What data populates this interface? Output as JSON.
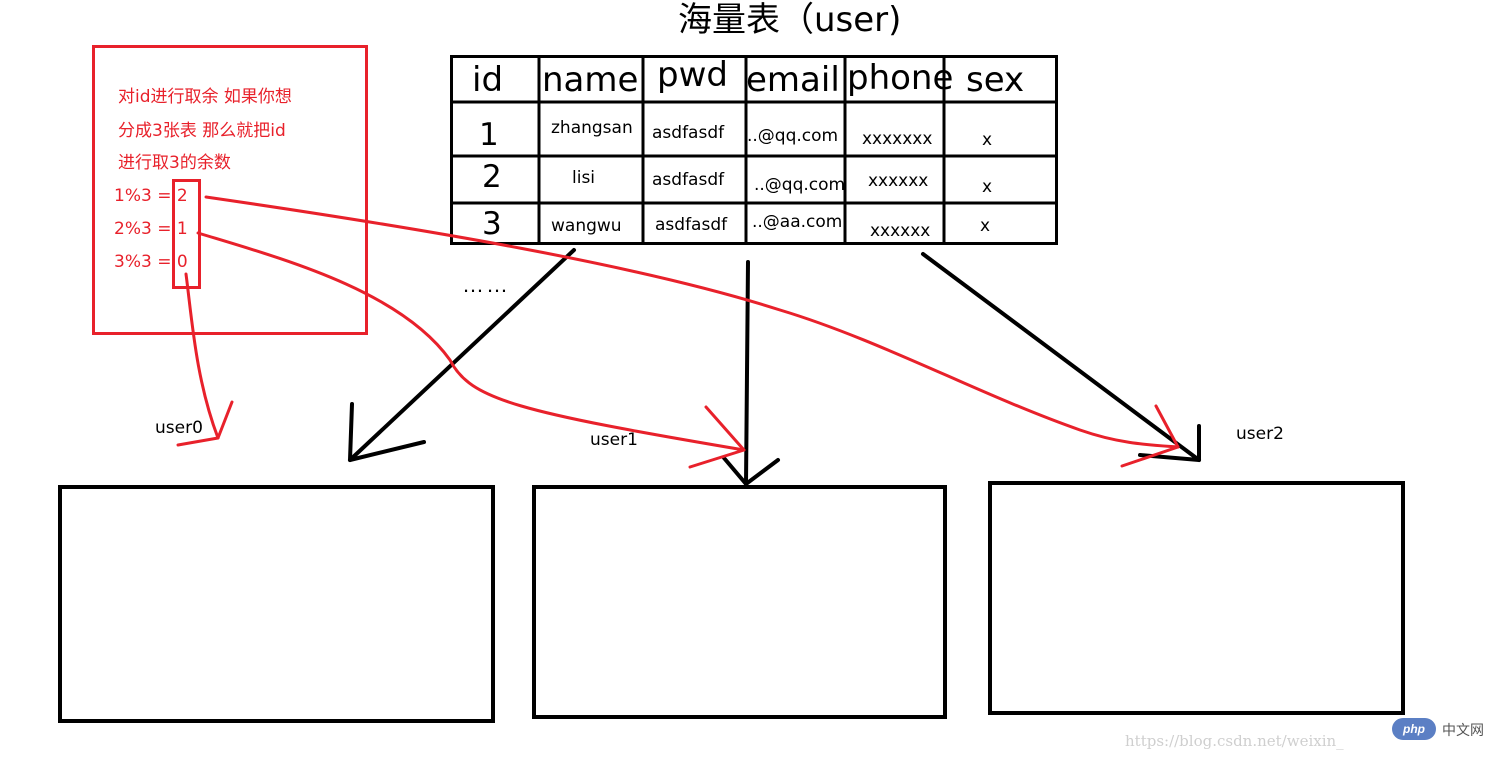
{
  "title": "海量表（user)",
  "table": {
    "headers": [
      "id",
      "name",
      "pwd",
      "email",
      "phone",
      "sex"
    ],
    "rows": [
      [
        "1",
        "zhangsan",
        "asdfasdf",
        "..@qq.com",
        "xxxxxxx",
        "x"
      ],
      [
        "2",
        "lisi",
        "asdfasdf",
        "..@qq.com",
        "xxxxxx",
        "x"
      ],
      [
        "3",
        "wangwu",
        "asdfasdf",
        "..@aa.com",
        "xxxxxx",
        "x"
      ]
    ],
    "ellipsis": "……"
  },
  "note": {
    "lines": [
      "对id进行取余 如果你想",
      "分成3张表 那么就把id",
      "进行取3的余数"
    ],
    "calcs": [
      "1%3  = 2",
      "2%3  = 1",
      "3%3  = 0"
    ]
  },
  "partitions": [
    "user0",
    "user1",
    "user2"
  ],
  "watermark": {
    "logo": "php",
    "site": "中文网",
    "url": "https://blog.csdn.net/weixin_"
  },
  "colors": {
    "annotation": "#e8212b",
    "ink": "#000000",
    "logo": "#5b7fc4"
  }
}
